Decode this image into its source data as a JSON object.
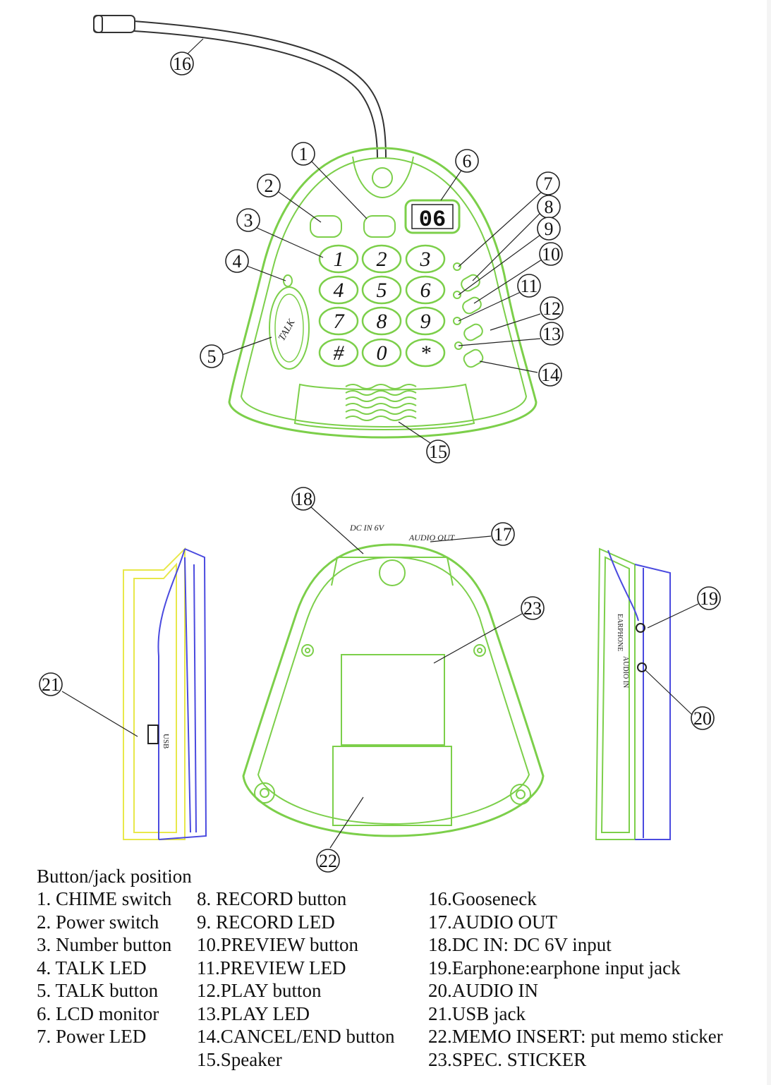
{
  "lcd_display": "06",
  "keypad": [
    "1",
    "2",
    "3",
    "4",
    "5",
    "6",
    "7",
    "8",
    "9",
    "#",
    "0",
    "*"
  ],
  "talk_label": "TALK",
  "port_labels": {
    "dc_in": "DC IN 6V",
    "audio_out": "AUDIO OUT",
    "usb": "USB",
    "earphone": "EARPHONE",
    "audio_in": "AUDIO IN"
  },
  "callouts": [
    "1",
    "2",
    "3",
    "4",
    "5",
    "6",
    "7",
    "8",
    "9",
    "10",
    "11",
    "12",
    "13",
    "14",
    "15",
    "16",
    "17",
    "18",
    "19",
    "20",
    "21",
    "22",
    "23"
  ],
  "legend": {
    "title": "Button/jack position",
    "columns": [
      [
        "1. CHIME switch",
        "2. Power switch",
        "3. Number button",
        "4. TALK LED",
        "5. TALK button",
        "6. LCD monitor",
        "7. Power LED"
      ],
      [
        "8. RECORD button",
        "9. RECORD LED",
        "10.PREVIEW button",
        "11.PREVIEW LED",
        "12.PLAY button",
        "13.PLAY LED",
        "14.CANCEL/END button",
        "15.Speaker"
      ],
      [
        "16.Gooseneck",
        "17.AUDIO OUT",
        "18.DC IN: DC 6V input",
        "19.Earphone:earphone input jack",
        "20.AUDIO IN",
        "21.USB jack",
        "22.MEMO INSERT: put memo sticker",
        "23.SPEC. STICKER"
      ]
    ]
  },
  "colors": {
    "body_outline": "#7ccf4a",
    "side_yellow": "#e8e84a",
    "side_blue": "#4a4adf",
    "ink": "#111111"
  }
}
